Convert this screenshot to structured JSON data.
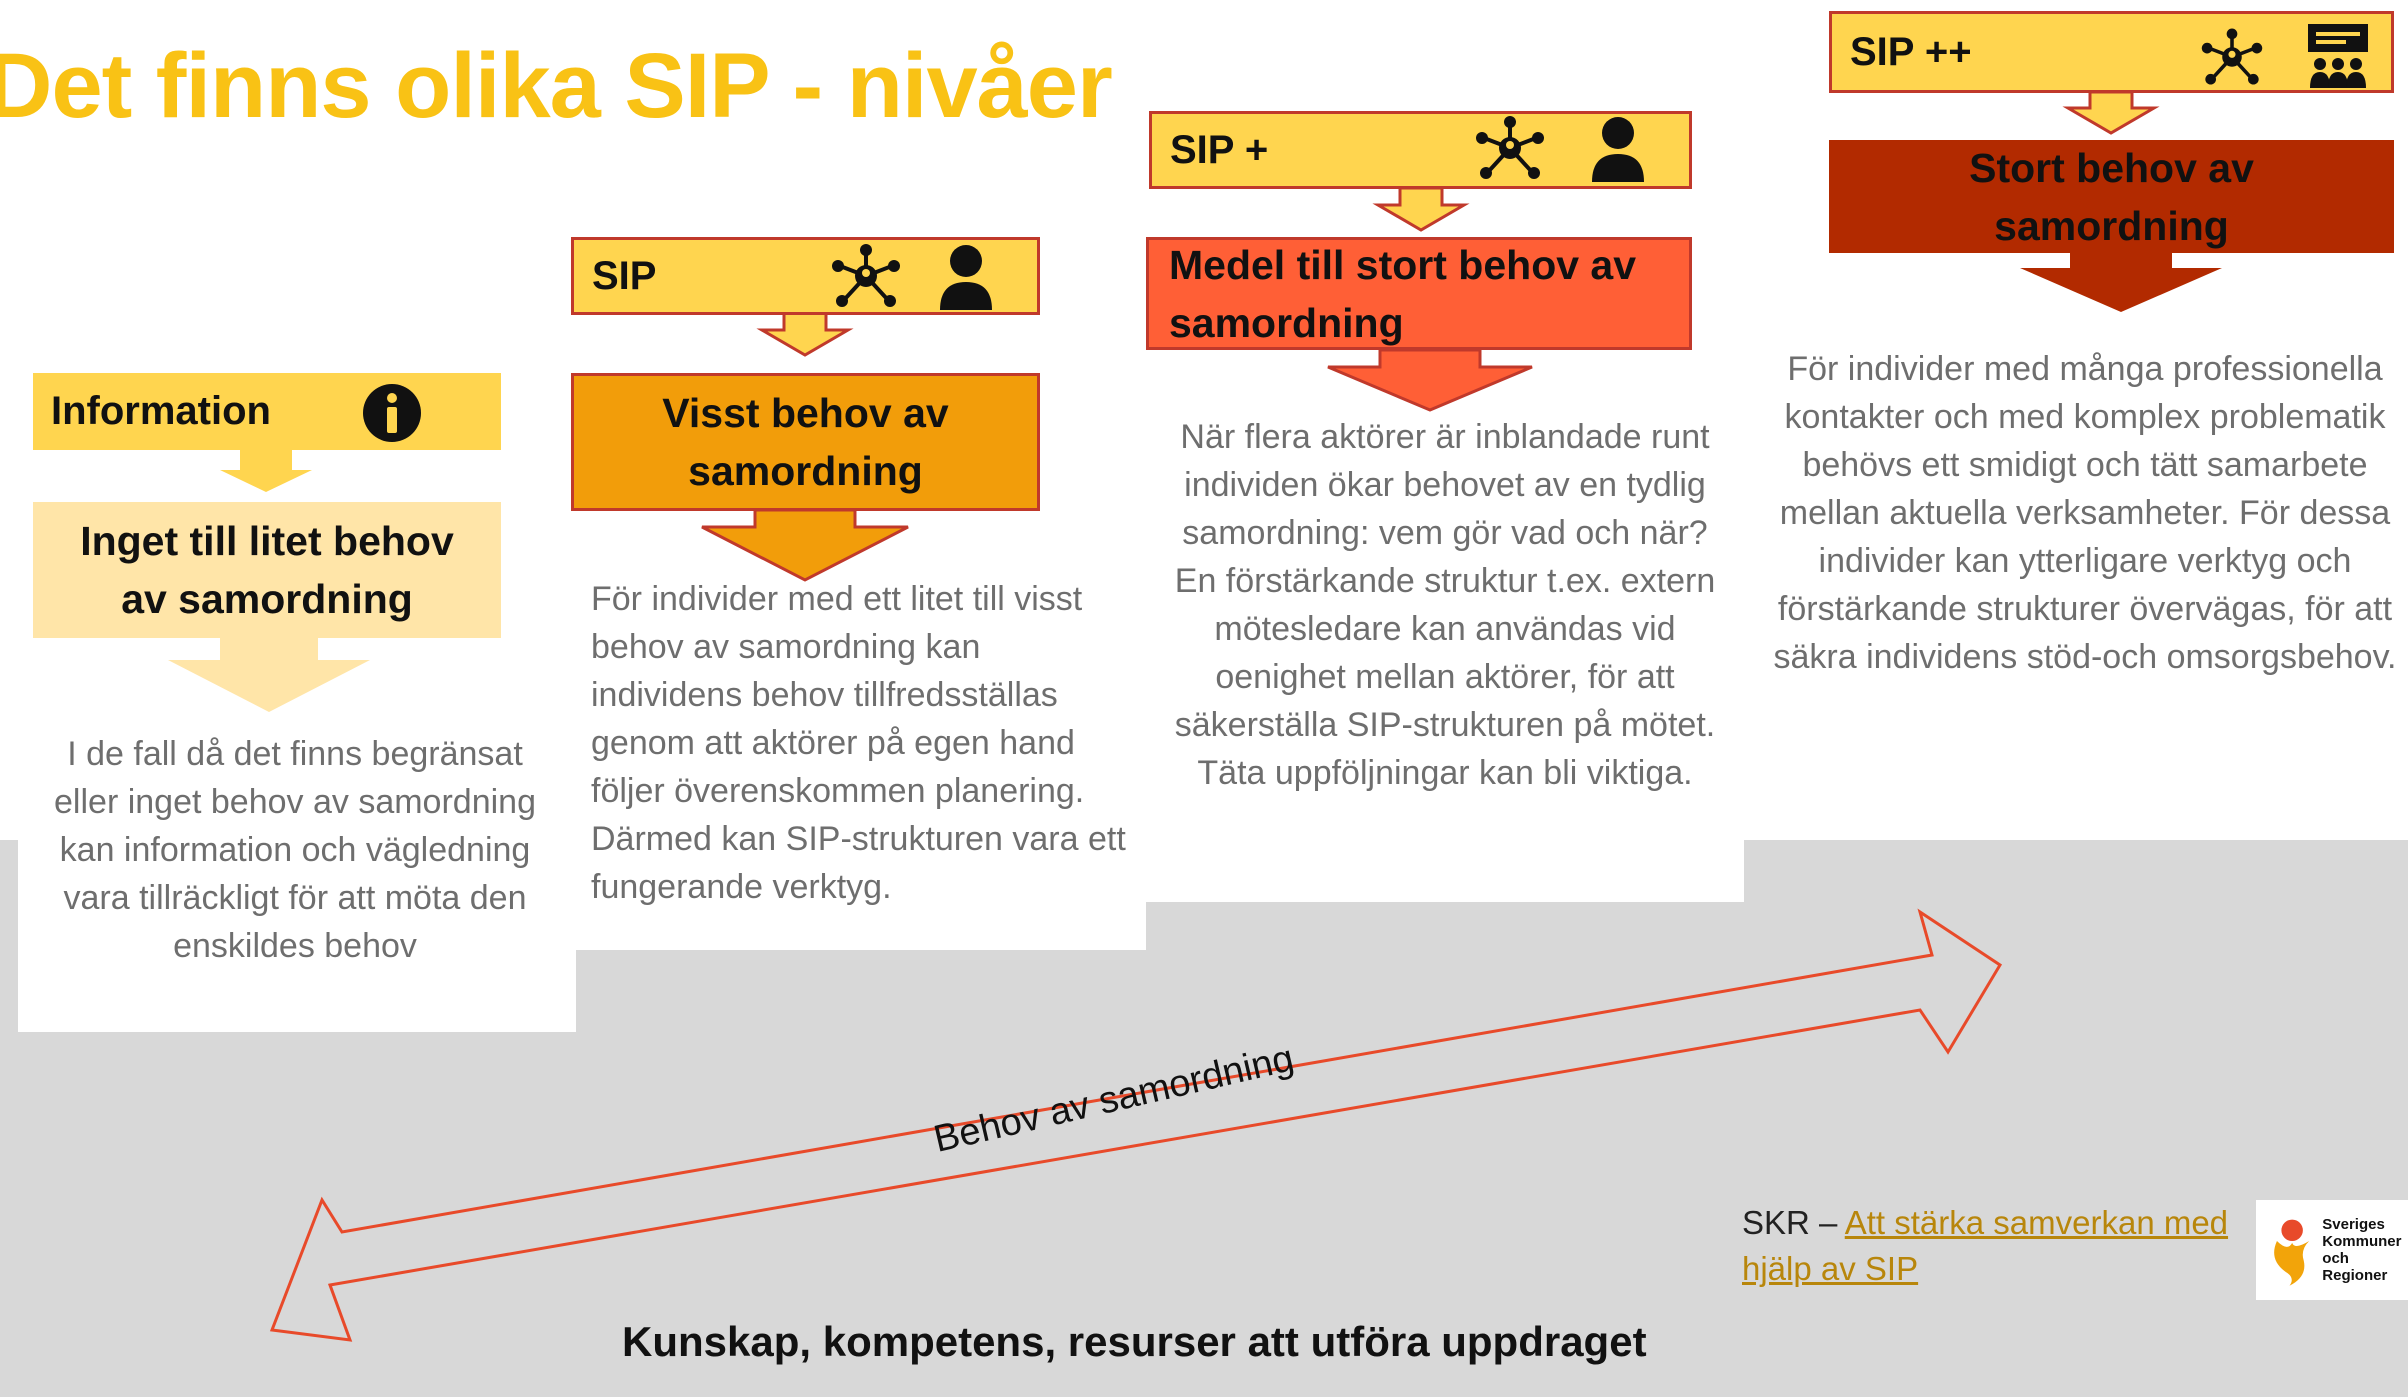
{
  "title": "Det finns olika SIP - nivåer",
  "levels": {
    "information": {
      "header": "Information",
      "need": "Inget till litet behov av samordning",
      "description": "I de fall då det finns begränsat eller inget behov av samordning kan information och vägledning vara tillräckligt för att möta den enskildes behov",
      "icons": [
        "info-icon"
      ]
    },
    "sip": {
      "header": "SIP",
      "need": "Visst behov av samordning",
      "description": "För individer med ett litet till visst behov av samordning kan individens behov tillfredsställas genom att aktörer på egen hand följer överenskommen planering. Därmed kan SIP-strukturen vara ett fungerande verktyg.",
      "icons": [
        "network-icon",
        "person-icon"
      ]
    },
    "sip_plus": {
      "header": "SIP +",
      "need": "Medel till stort behov av samordning",
      "description": "När flera aktörer är inblandade runt individen ökar behovet av en tydlig samordning: vem gör vad och när? En förstärkande struktur t.ex. extern mötesledare kan användas vid oenighet mellan aktörer, för att säkerställa SIP-strukturen på mötet. Täta uppföljningar kan bli viktiga.",
      "icons": [
        "network-icon",
        "person-icon"
      ]
    },
    "sip_plus_plus": {
      "header": "SIP ++",
      "need": "Stort behov av samordning",
      "description": "För individer med många professionella kontakter och med komplex problematik behövs ett smidigt och tätt samarbete mellan aktuella verksamheter. För dessa individer kan ytterligare verktyg och förstärkande strukturer övervägas, för att säkra individens stöd-och omsorgsbehov.",
      "icons": [
        "network-icon",
        "meeting-icon"
      ]
    }
  },
  "arrow_label": "Behov av samordning",
  "bottom_label": "Kunskap, kompetens, resurser att utföra uppdraget",
  "footnote": {
    "prefix": "SKR – ",
    "link_text": "Att stärka samverkan med hjälp av SIP"
  },
  "logo": {
    "lines": [
      "Sveriges",
      "Kommuner",
      "och Regioner"
    ]
  },
  "colors": {
    "title": "#F9C215",
    "header_fill": "#FFD54F",
    "level1_box": "#FFE5A8",
    "level2_box": "#F29D0A",
    "level3_box": "#FF5F36",
    "level4_box": "#B22A00",
    "arrow_outline": "#E84A2A",
    "background_band": "#D8D8D8"
  }
}
